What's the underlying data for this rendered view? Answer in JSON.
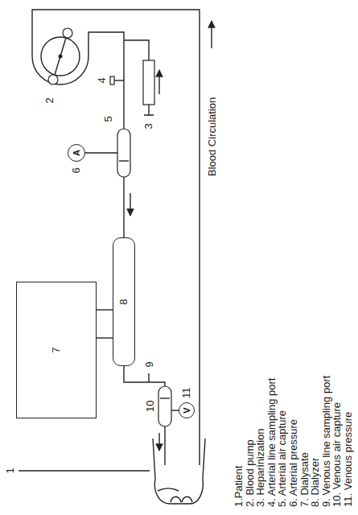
{
  "diagram": {
    "nodes": [
      {
        "text": [
          "7"
        ]
      },
      {
        "text": [
          "8"
        ]
      },
      {
        "text": [
          "A"
        ]
      },
      {
        "text": [
          "V"
        ]
      }
    ],
    "edges": [
      {
        "from": 0,
        "to": 1,
        "arrow": "none"
      },
      {
        "from": 0,
        "to": 1,
        "arrow": "none"
      }
    ],
    "labels": [
      "2",
      "3",
      "4",
      "5",
      "6",
      "9",
      "10",
      "11",
      "1",
      "Blood Circulation",
      "1.Patient",
      "2. Blood pump",
      "3. Heparinization",
      "4. Arterial line sampling port",
      "5. Arterial air capture",
      "6. Arterial pressure",
      "7. Dialysate",
      "8. Dialyzer",
      "9. Venous line sampling port",
      "10. Venous air capture",
      "11. Venous pressure"
    ]
  }
}
